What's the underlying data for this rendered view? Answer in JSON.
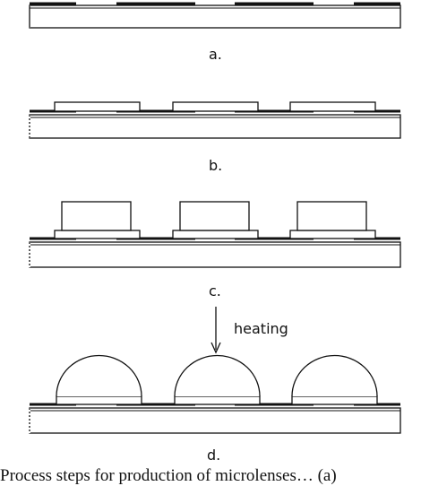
{
  "figure": {
    "steps": [
      {
        "label": "a."
      },
      {
        "label": "b."
      },
      {
        "label": "c."
      },
      {
        "label": "d."
      }
    ],
    "process_label": "heating",
    "caption": "Process steps for production of microlenses… (a)"
  },
  "colors": {
    "ink": "#111111",
    "background": "#ffffff"
  }
}
